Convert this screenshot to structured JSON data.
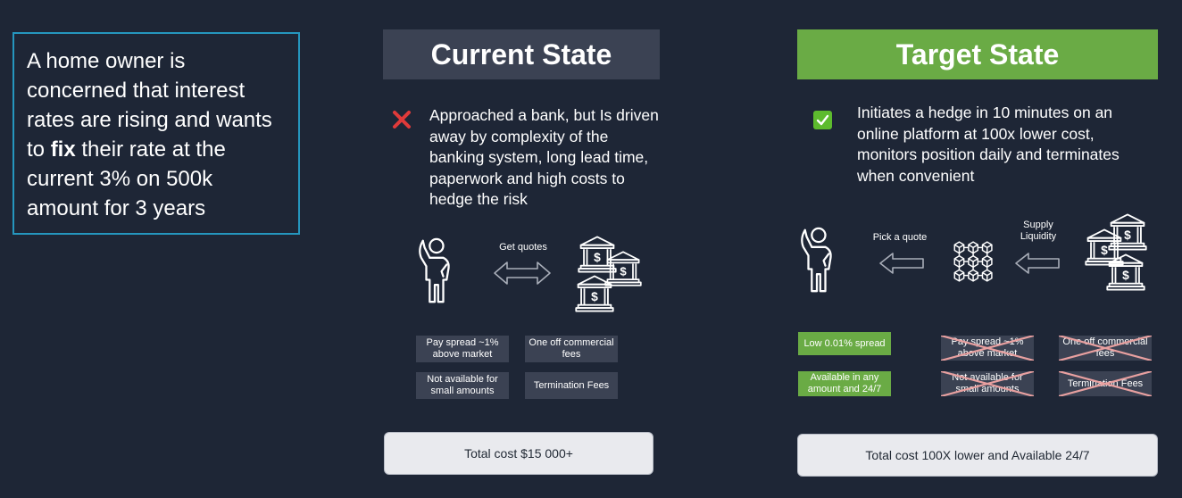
{
  "scenario": {
    "text_before": "A home owner is concerned that interest rates are rising and wants to ",
    "text_bold": "fix",
    "text_after": " their rate at the current 3% on 500k amount for 3 years"
  },
  "current": {
    "title": "Current State",
    "status_icon": "cross-icon",
    "description": "Approached a bank, but Is driven away by complexity of the banking system, long lead time, paperwork and high costs to hedge the risk",
    "flow_label": "Get quotes",
    "chips": [
      "Pay spread ~1% above market",
      "One off commercial fees",
      "Not available for small amounts",
      "Termination Fees"
    ],
    "total": "Total cost $15 000+"
  },
  "target": {
    "title": "Target State",
    "status_icon": "check-icon",
    "description": "Initiates a hedge in 10 minutes on an online platform at 100x lower cost, monitors position daily and terminates when convenient",
    "flow_label_left": "Pick a quote",
    "flow_label_right": "Supply Liquidity",
    "chips_green": [
      "Low 0.01% spread",
      "Available in any amount and 24/7"
    ],
    "chips_struck": [
      "Pay spread ~1% above market",
      "One off commercial fees",
      "Not available for small amounts",
      "Termination Fees"
    ],
    "total": "Total cost 100X lower and Available 24/7"
  },
  "colors": {
    "background": "#1e2636",
    "scenario_border": "#2596be",
    "current_header": "#3b4253",
    "target_header": "#6aab45",
    "cross": "#e03a3a",
    "strike": "#e8a0a0"
  }
}
